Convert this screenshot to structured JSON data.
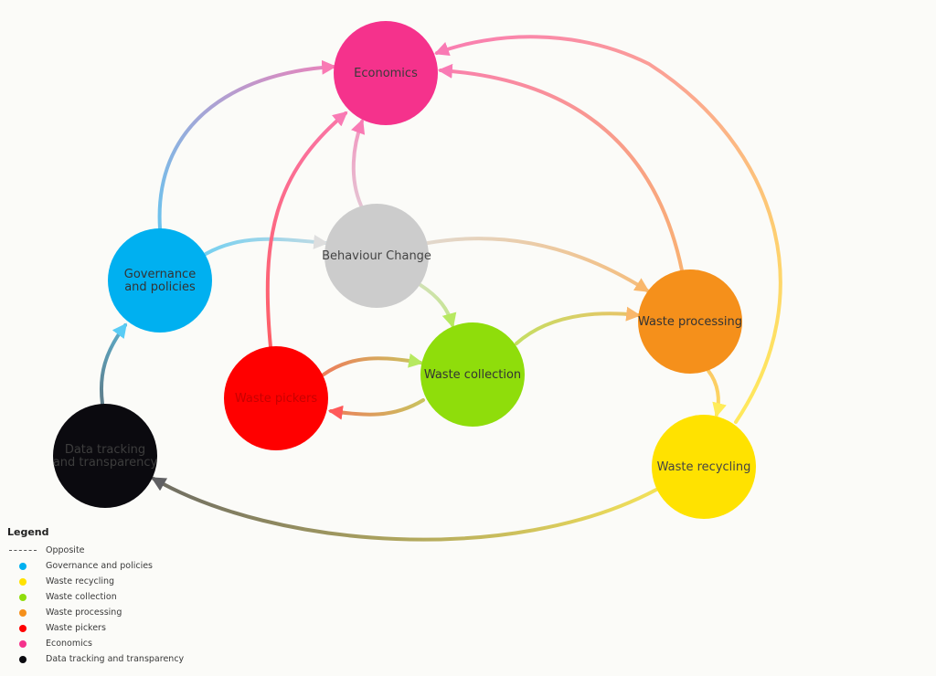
{
  "nodes": [
    {
      "id": "economics",
      "label": "Economics",
      "color": "#f5328c",
      "text_color": "#3a3a3a"
    },
    {
      "id": "governance",
      "label": "Governance\nand policies",
      "color": "#00b0f0",
      "text_color": "#333333"
    },
    {
      "id": "behaviour",
      "label": "Behaviour Change",
      "color": "#cccccc",
      "text_color": "#444444"
    },
    {
      "id": "processing",
      "label": "Waste processing",
      "color": "#f5901b",
      "text_color": "#333333"
    },
    {
      "id": "collection",
      "label": "Waste collection",
      "color": "#8fdd0b",
      "text_color": "#333333"
    },
    {
      "id": "pickers",
      "label": "Waste pickers",
      "color": "#ff0000",
      "text_color": "#c80000"
    },
    {
      "id": "recycling",
      "label": "Waste recycling",
      "color": "#ffe200",
      "text_color": "#444444"
    },
    {
      "id": "datatracking",
      "label": "Data tracking\nand transparency",
      "color": "#0b0a0f",
      "text_color": "#3d3d3d"
    }
  ],
  "edges": [
    {
      "from": "governance",
      "to": "economics"
    },
    {
      "from": "governance",
      "to": "behaviour"
    },
    {
      "from": "behaviour",
      "to": "economics"
    },
    {
      "from": "behaviour",
      "to": "processing"
    },
    {
      "from": "behaviour",
      "to": "collection"
    },
    {
      "from": "pickers",
      "to": "economics"
    },
    {
      "from": "pickers",
      "to": "collection"
    },
    {
      "from": "collection",
      "to": "pickers"
    },
    {
      "from": "collection",
      "to": "processing"
    },
    {
      "from": "processing",
      "to": "economics"
    },
    {
      "from": "processing",
      "to": "recycling"
    },
    {
      "from": "recycling",
      "to": "economics"
    },
    {
      "from": "recycling",
      "to": "datatracking"
    },
    {
      "from": "datatracking",
      "to": "governance"
    }
  ],
  "legend": {
    "title": "Legend",
    "items": [
      {
        "label": "Opposite",
        "style": "dashed",
        "color": "#555555"
      },
      {
        "label": "Governance and policies",
        "style": "dot",
        "color": "#00b0f0"
      },
      {
        "label": "Waste recycling",
        "style": "dot",
        "color": "#ffe200"
      },
      {
        "label": "Waste collection",
        "style": "dot",
        "color": "#8fdd0b"
      },
      {
        "label": "Waste processing",
        "style": "dot",
        "color": "#f5901b"
      },
      {
        "label": "Waste pickers",
        "style": "dot",
        "color": "#ff0000"
      },
      {
        "label": "Economics",
        "style": "dot",
        "color": "#f5328c"
      },
      {
        "label": "Data tracking and transparency",
        "style": "dot",
        "color": "#0b0a0f"
      }
    ]
  }
}
